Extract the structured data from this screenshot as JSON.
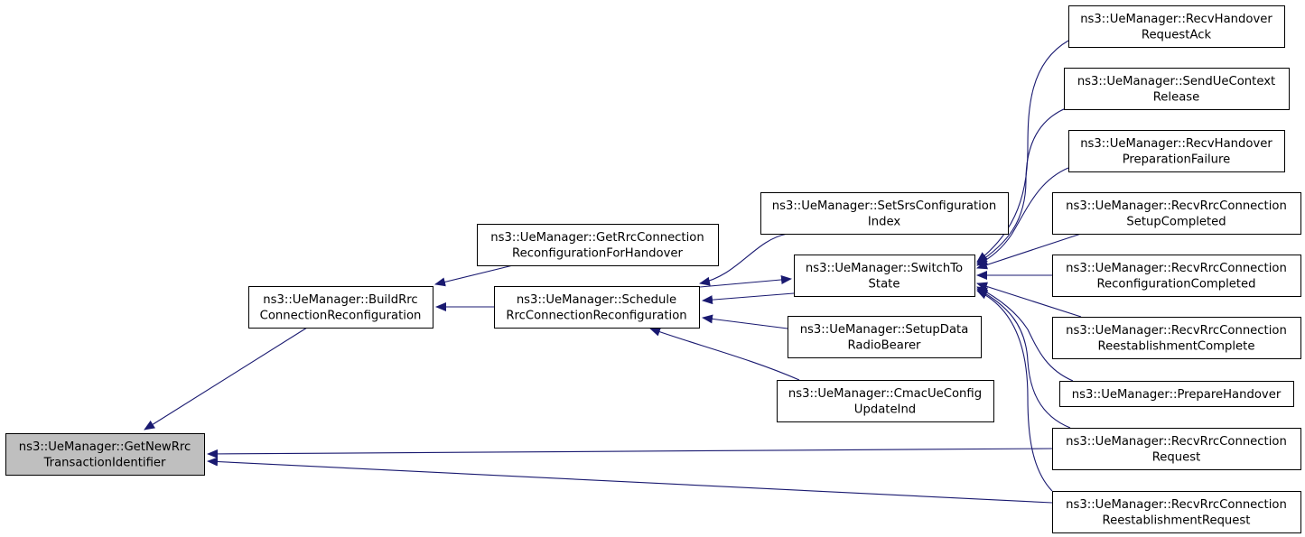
{
  "colors": {
    "edge": "#191970",
    "node_border": "#000000",
    "node_fill": "#ffffff",
    "root_fill": "#bfbfbf"
  },
  "nodes": [
    {
      "id": "getnew",
      "lines": [
        "ns3::UeManager::GetNewRrc",
        "TransactionIdentifier"
      ],
      "root": true
    },
    {
      "id": "buildrrc",
      "lines": [
        "ns3::UeManager::BuildRrc",
        "ConnectionReconfiguration"
      ]
    },
    {
      "id": "getrrcho",
      "lines": [
        "ns3::UeManager::GetRrcConnection",
        "ReconfigurationForHandover"
      ]
    },
    {
      "id": "schedule",
      "lines": [
        "ns3::UeManager::Schedule",
        "RrcConnectionReconfiguration"
      ]
    },
    {
      "id": "setsrs",
      "lines": [
        "ns3::UeManager::SetSrsConfiguration",
        "Index"
      ]
    },
    {
      "id": "switchto",
      "lines": [
        "ns3::UeManager::SwitchTo",
        "State"
      ]
    },
    {
      "id": "setupdata",
      "lines": [
        "ns3::UeManager::SetupData",
        "RadioBearer"
      ]
    },
    {
      "id": "cmac",
      "lines": [
        "ns3::UeManager::CmacUeConfig",
        "UpdateInd"
      ]
    },
    {
      "id": "recvhoack",
      "lines": [
        "ns3::UeManager::RecvHandover",
        "RequestAck"
      ]
    },
    {
      "id": "sendctx",
      "lines": [
        "ns3::UeManager::SendUeContext",
        "Release"
      ]
    },
    {
      "id": "recvhoprep",
      "lines": [
        "ns3::UeManager::RecvHandover",
        "PreparationFailure"
      ]
    },
    {
      "id": "recvsetup",
      "lines": [
        "ns3::UeManager::RecvRrcConnection",
        "SetupCompleted"
      ]
    },
    {
      "id": "recvreconf",
      "lines": [
        "ns3::UeManager::RecvRrcConnection",
        "ReconfigurationCompleted"
      ]
    },
    {
      "id": "recvreest",
      "lines": [
        "ns3::UeManager::RecvRrcConnection",
        "ReestablishmentComplete"
      ]
    },
    {
      "id": "prepho",
      "lines": [
        "ns3::UeManager::PrepareHandover"
      ]
    },
    {
      "id": "recvreq",
      "lines": [
        "ns3::UeManager::RecvRrcConnection",
        "Request"
      ]
    },
    {
      "id": "recvreestreq",
      "lines": [
        "ns3::UeManager::RecvRrcConnection",
        "ReestablishmentRequest"
      ]
    }
  ],
  "edges": [
    {
      "from": "buildrrc",
      "to": "getnew"
    },
    {
      "from": "recvreq",
      "to": "getnew"
    },
    {
      "from": "recvreestreq",
      "to": "getnew"
    },
    {
      "from": "getrrcho",
      "to": "buildrrc"
    },
    {
      "from": "schedule",
      "to": "buildrrc"
    },
    {
      "from": "setsrs",
      "to": "schedule"
    },
    {
      "from": "switchto",
      "to": "schedule"
    },
    {
      "from": "setupdata",
      "to": "schedule"
    },
    {
      "from": "cmac",
      "to": "schedule"
    },
    {
      "from": "schedule",
      "to": "switchto"
    },
    {
      "from": "recvhoack",
      "to": "switchto"
    },
    {
      "from": "sendctx",
      "to": "switchto"
    },
    {
      "from": "recvhoprep",
      "to": "switchto"
    },
    {
      "from": "recvsetup",
      "to": "switchto"
    },
    {
      "from": "recvreconf",
      "to": "switchto"
    },
    {
      "from": "recvreest",
      "to": "switchto"
    },
    {
      "from": "prepho",
      "to": "switchto"
    },
    {
      "from": "recvreq",
      "to": "switchto"
    },
    {
      "from": "recvreestreq",
      "to": "switchto"
    }
  ]
}
